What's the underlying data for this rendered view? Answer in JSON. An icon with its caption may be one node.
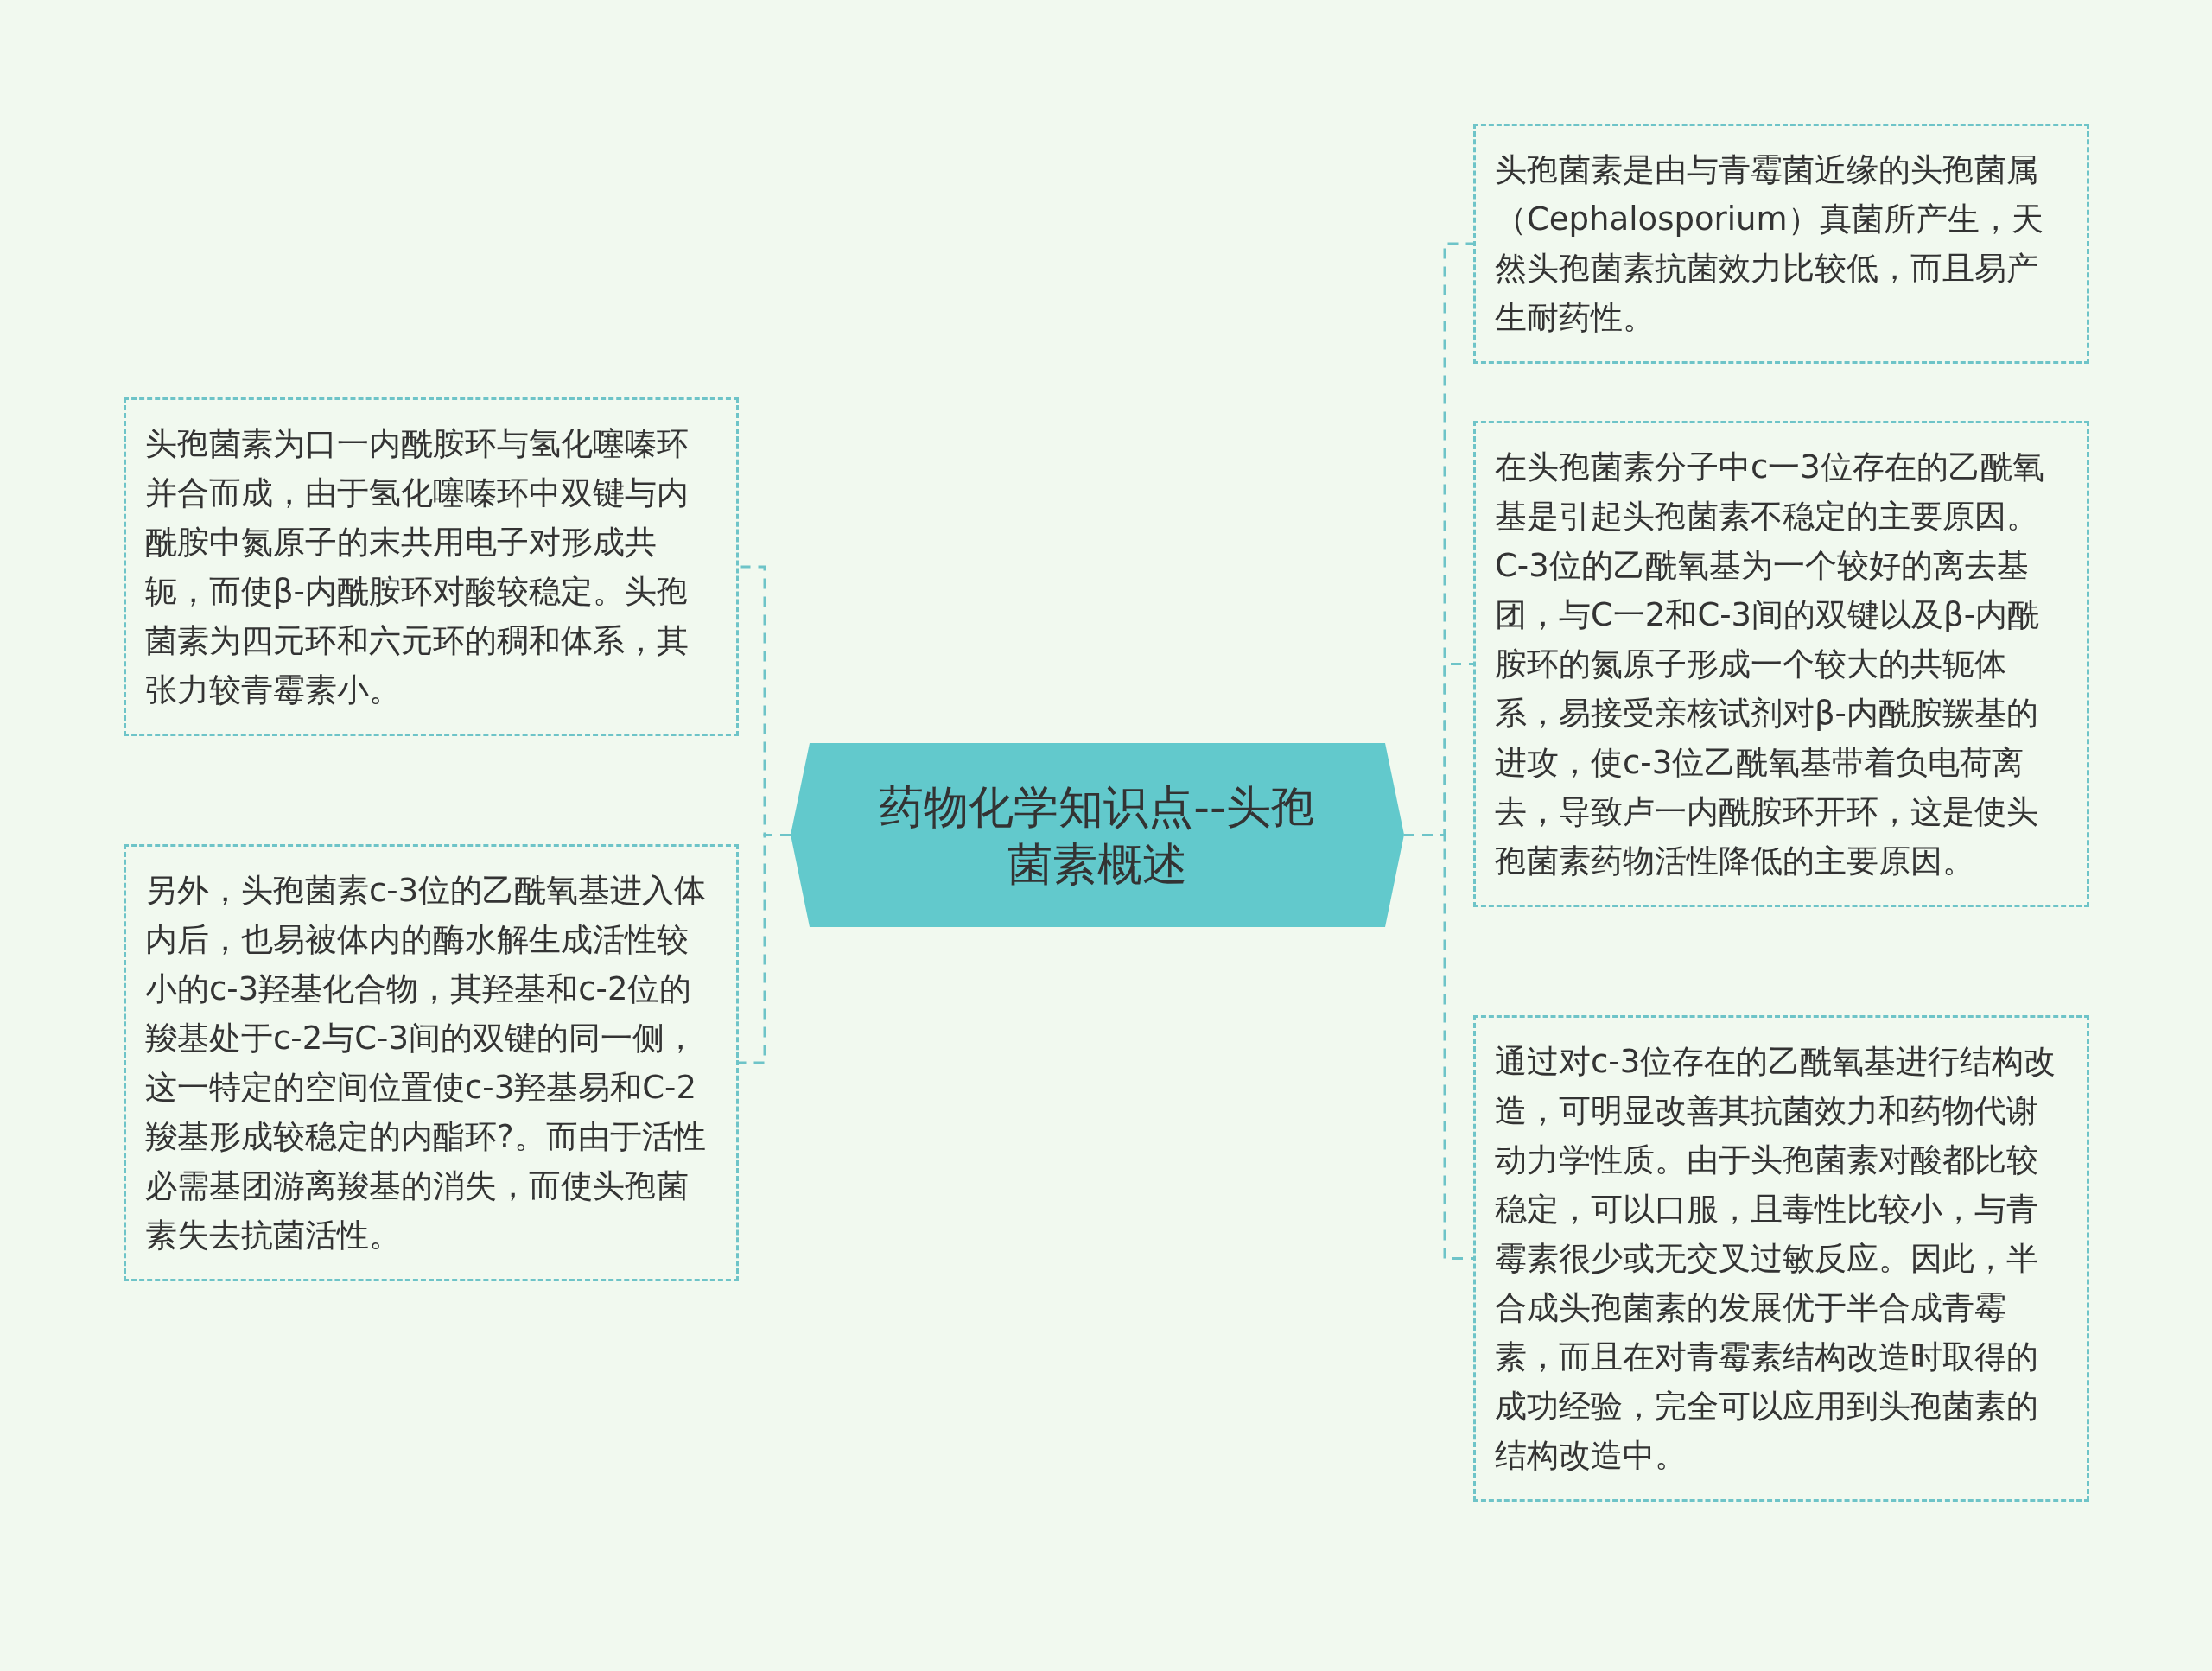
{
  "diagram": {
    "nodes": [
      {
        "text": [
          "药物化学知识点--头孢菌素概述"
        ]
      },
      {
        "text": [
          "头孢菌素为口一内酰胺环与氢化噻嗪环并合而成，由于氢化噻嗪环中双键与内酰胺中氮原子的末共用电子对形成共轭，而使β-内酰胺环对酸较稳定。头孢菌素为四元环和六元环的稠和体系，其张力较青霉素小。"
        ]
      },
      {
        "text": [
          "另外，头孢菌素c-3位的乙酰氧基进入体内后，也易被体内的酶水解生成活性较小的c-3羟基化合物，其羟基和c-2位的羧基处于c-2与C-3间的双键的同一侧，这一特定的空间位置使c-3羟基易和C-2羧基形成较稳定的内酯环?。而由于活性必需基团游离羧基的消失，而使头孢菌素失去抗菌活性。"
        ]
      },
      {
        "text": [
          "头孢菌素是由与青霉菌近缘的头孢菌属（Cephalosporium）真菌所产生，天然头孢菌素抗菌效力比较低，而且易产生耐药性。"
        ]
      },
      {
        "text": [
          "在头孢菌素分子中c一3位存在的乙酰氧基是引起头孢菌素不稳定的主要原因。C-3位的乙酰氧基为一个较好的离去基团，与C一2和C-3间的双键以及β-内酰胺环的氮原子形成一个较大的共轭体系，易接受亲核试剂对β-内酰胺羰基的进攻，使c-3位乙酰氧基带着负电荷离去，导致卢一内酰胺环开环，这是使头孢菌素药物活性降低的主要原因。"
        ]
      },
      {
        "text": [
          "通过对c-3位存在的乙酰氧基进行结构改造，可明显改善其抗菌效力和药物代谢动力学性质。由于头孢菌素对酸都比较稳定，可以口服，且毒性比较小，与青霉素很少或无交叉过敏反应。因此，半合成头孢菌素的发展优于半合成青霉素，而且在对青霉素结构改造时取得的成功经验，完全可以应用到头孢菌素的结构改造中。"
        ]
      }
    ],
    "edges": [
      {
        "from": 0,
        "to": 1,
        "arrow": "none"
      },
      {
        "from": 0,
        "to": 2,
        "arrow": "none"
      },
      {
        "from": 0,
        "to": 3,
        "arrow": "none"
      },
      {
        "from": 0,
        "to": 4,
        "arrow": "none"
      },
      {
        "from": 0,
        "to": 5,
        "arrow": "none"
      }
    ]
  }
}
